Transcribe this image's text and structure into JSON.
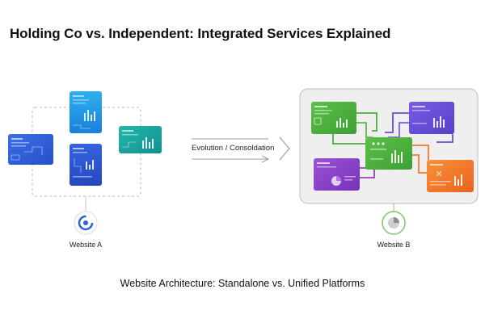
{
  "title": "Holding Co vs. Independent: Integrated Services Explained",
  "left_label": "Website A",
  "right_label": "Website B",
  "arrow_label": "Evolution / Consoldation",
  "caption": "Website Architecture: Standalone vs. Unified Platforms",
  "colors": {
    "blue_dark": "#2f5fd6",
    "blue_mid": "#1f8ee8",
    "teal": "#1aa6a0",
    "green": "#4caf3e",
    "purple": "#6a4fd8",
    "violet": "#8e44c8",
    "orange": "#f27a2a",
    "panel_bg": "#efefef"
  }
}
